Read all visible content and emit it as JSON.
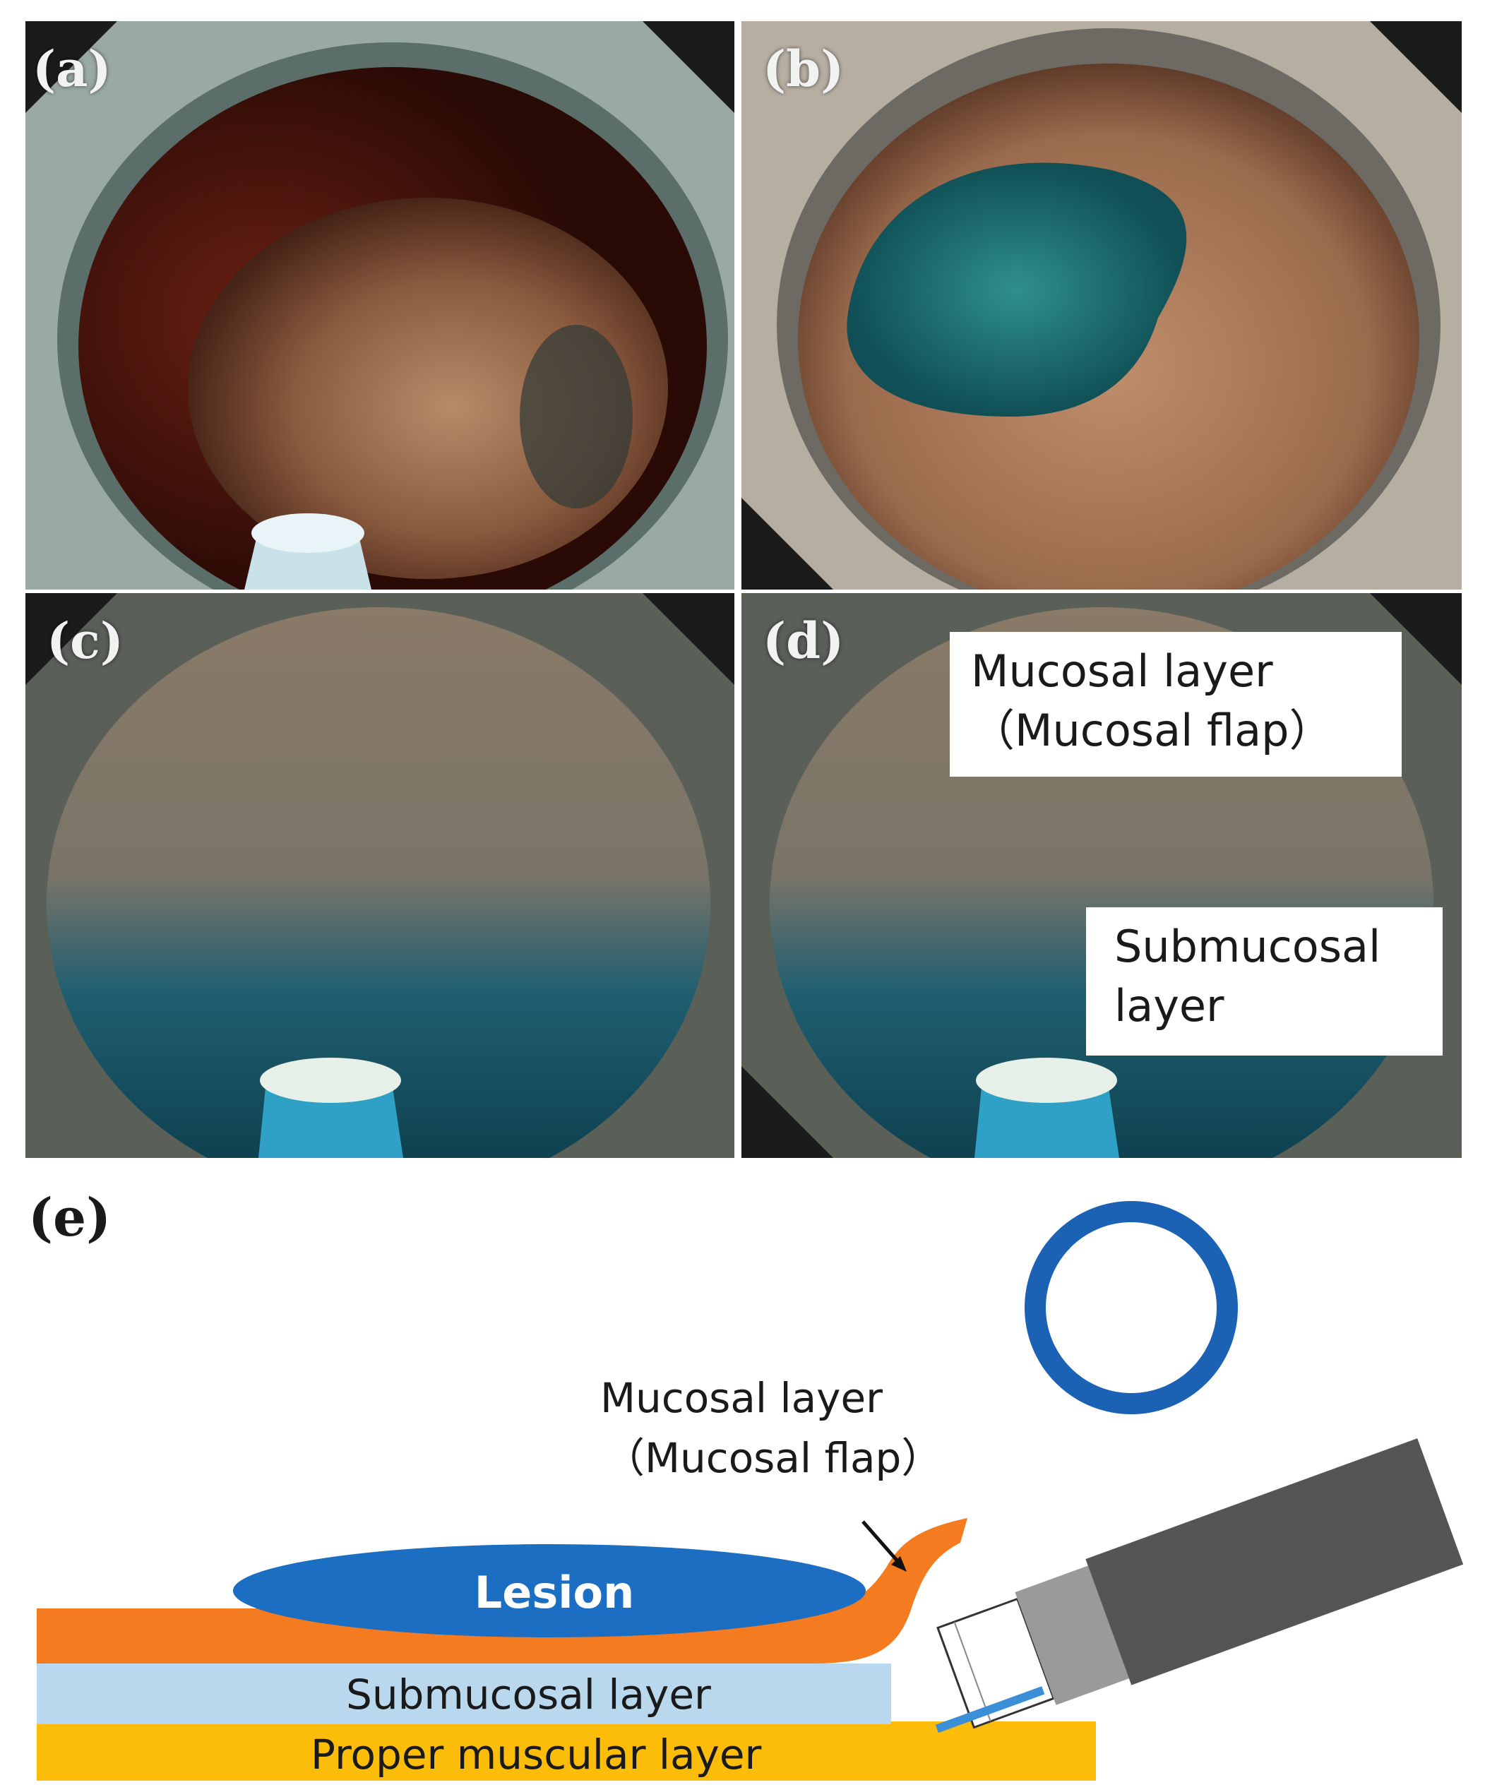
{
  "panels": {
    "a": {
      "label": "(a)"
    },
    "b": {
      "label": "(b)"
    },
    "c": {
      "label": "(c)"
    },
    "d": {
      "label": "(d)",
      "callout_mucosal": {
        "line1": "Mucosal layer",
        "line2": "（Mucosal flap）"
      },
      "callout_submucosal": {
        "line1": "Submucosal",
        "line2": "layer"
      }
    }
  },
  "diagram": {
    "label": "(e)",
    "mucosal_line1": "Mucosal layer",
    "mucosal_line2": "（Mucosal flap）",
    "lesion": "Lesion",
    "submucosal": "Submucosal layer",
    "muscular": "Proper muscular layer"
  },
  "colors": {
    "mucosa_orange": "#f47b20",
    "lesion_blue": "#1b6ec2",
    "submucosa_lightblue": "#b9d8ee",
    "muscle_yellow": "#fbbd0a",
    "ring_blue": "#1b62b5",
    "scope_dark": "#555555",
    "scope_mid": "#9a9a9a"
  }
}
